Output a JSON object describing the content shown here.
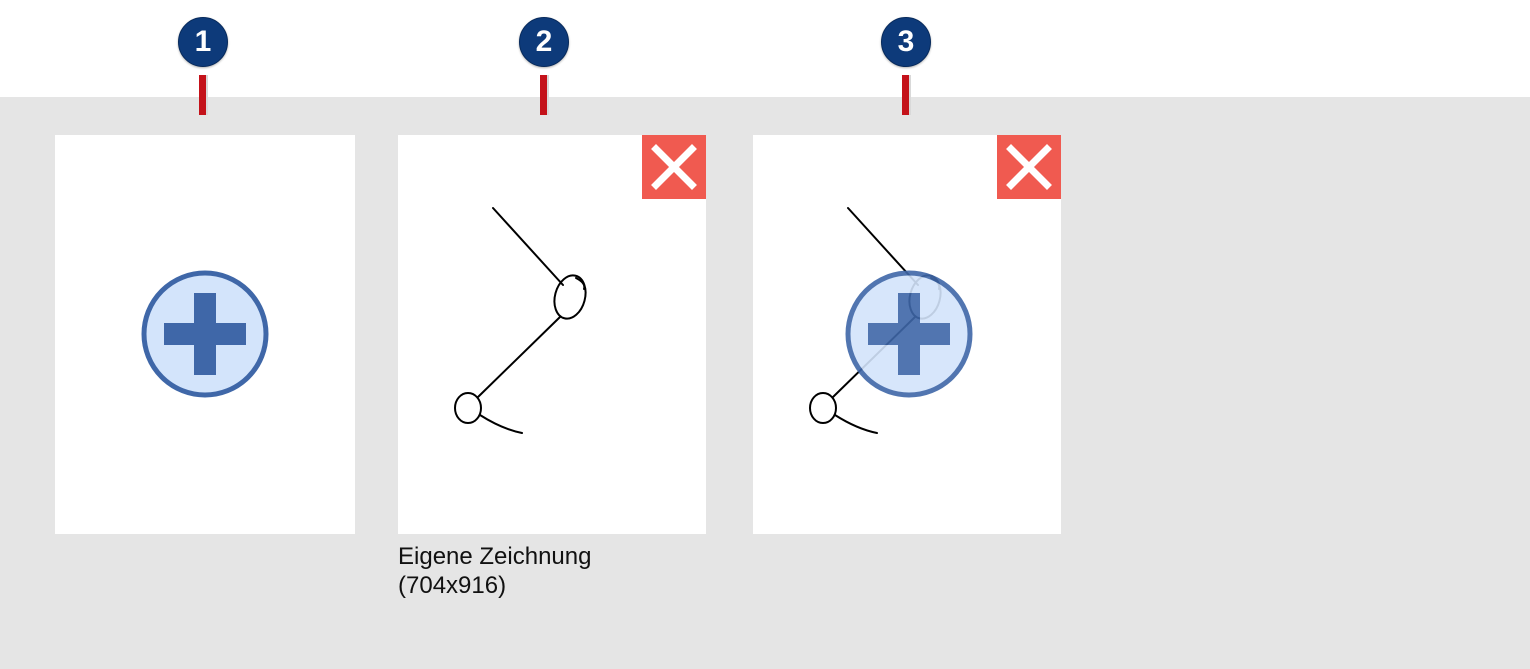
{
  "markers": [
    "1",
    "2",
    "3"
  ],
  "slots": [
    {
      "caption_name": "",
      "caption_size": ""
    },
    {
      "caption_name": "Eigene Zeichnung",
      "caption_size": "(704x916)"
    },
    {
      "caption_name": "",
      "caption_size": ""
    }
  ],
  "icons": {
    "add": "plus-circle-icon",
    "delete": "close-icon"
  },
  "colors": {
    "background": "#e5e5e5",
    "marker_badge": "#0d3a7a",
    "marker_line": "#c4121a",
    "delete_button": "#f05a50",
    "add_icon_ring": "#3f67a8",
    "add_icon_fill": "#d3e4fb"
  }
}
